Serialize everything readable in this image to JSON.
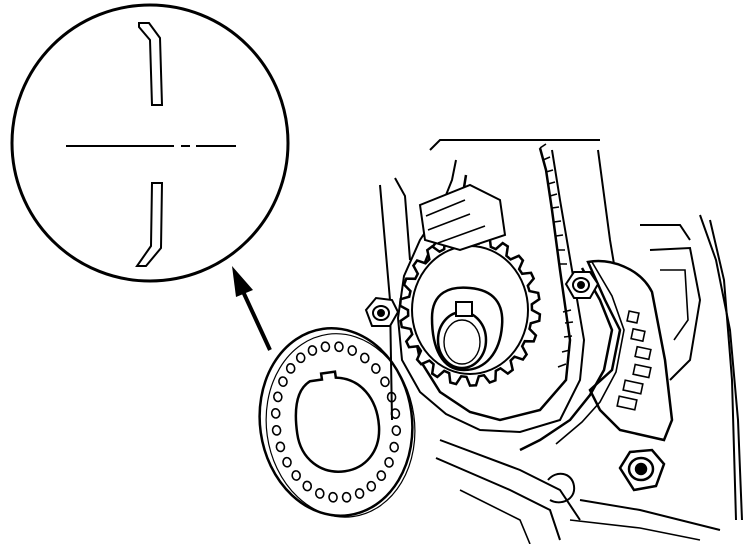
{
  "figure": {
    "components": [
      {
        "name": "detail-magnifier-circle",
        "kind": "callout"
      },
      {
        "name": "crank-pulse-plate",
        "kind": "part"
      },
      {
        "name": "crankshaft-timing-sprocket",
        "kind": "part"
      },
      {
        "name": "timing-belt",
        "kind": "part"
      },
      {
        "name": "belt-tensioner-bracket",
        "kind": "part"
      },
      {
        "name": "flange-bolt",
        "kind": "part"
      }
    ],
    "line_color": "#000000",
    "background_color": "#ffffff"
  }
}
